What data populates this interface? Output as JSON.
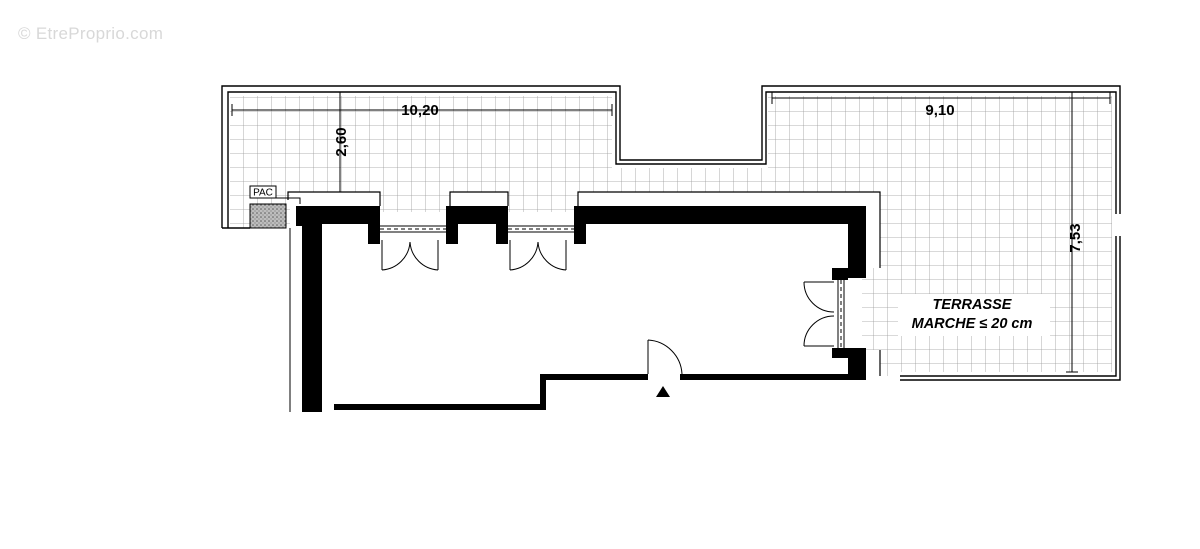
{
  "watermark": "© EtreProprio.com",
  "dimensions": {
    "top_left_width": "10,20",
    "top_right_width": "9,10",
    "terrace_depth": "2,60",
    "terrace_height": "7,53"
  },
  "labels": {
    "pac": "PAC",
    "terrace_line1": "TERRASSE",
    "terrace_line2": "MARCHE ≤ 20 cm"
  }
}
